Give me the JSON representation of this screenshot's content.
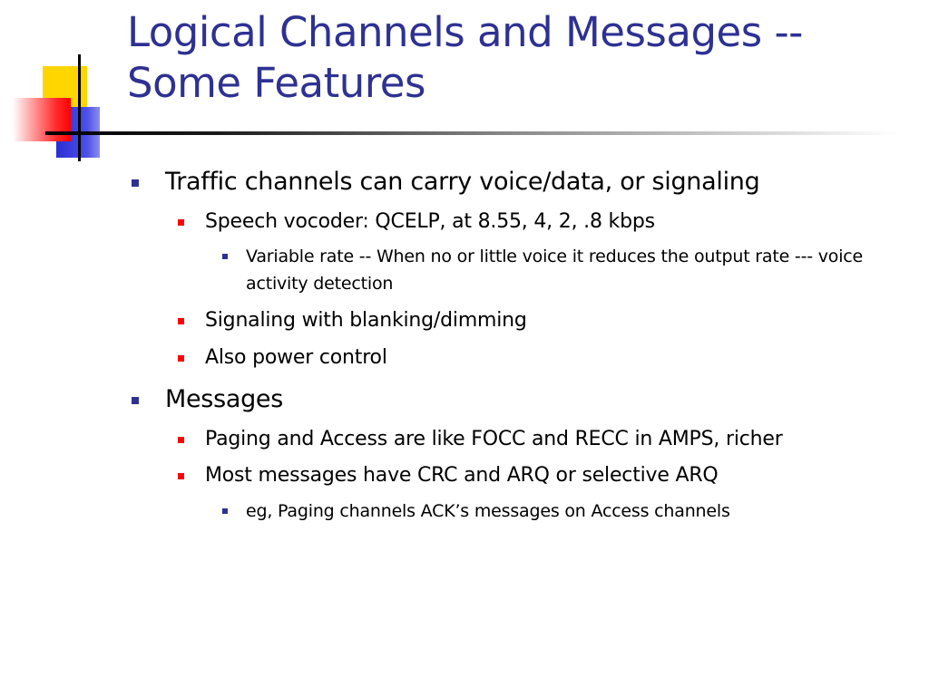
{
  "slide": {
    "title": "Logical Channels and Messages -- Some Features",
    "bullets": [
      {
        "level": 1,
        "text": "Traffic channels can carry voice/data, or signaling"
      },
      {
        "level": 2,
        "text": "Speech vocoder: QCELP, at 8.55, 4, 2, .8 kbps"
      },
      {
        "level": 3,
        "text": "Variable rate -- When no or little voice it reduces the output rate --- voice activity detection"
      },
      {
        "level": 2,
        "text": "Signaling with blanking/dimming"
      },
      {
        "level": 2,
        "text": "Also power control"
      },
      {
        "level": 1,
        "text": "Messages"
      },
      {
        "level": 2,
        "text": "Paging and Access are like FOCC and RECC in AMPS, richer"
      },
      {
        "level": 2,
        "text": "Most messages have CRC and ARQ or selective ARQ"
      },
      {
        "level": 3,
        "text": "eg, Paging channels ACK’s messages on Access channels"
      }
    ]
  },
  "colors": {
    "title": "#2e3192",
    "bullet_level1": "#2e3192",
    "bullet_level2": "#ff0000",
    "bullet_level3": "#2e3192",
    "body_text": "#000000",
    "logo_yellow": "#ffd600",
    "logo_blue": "#2a2fd4",
    "logo_red": "#ff0000"
  }
}
